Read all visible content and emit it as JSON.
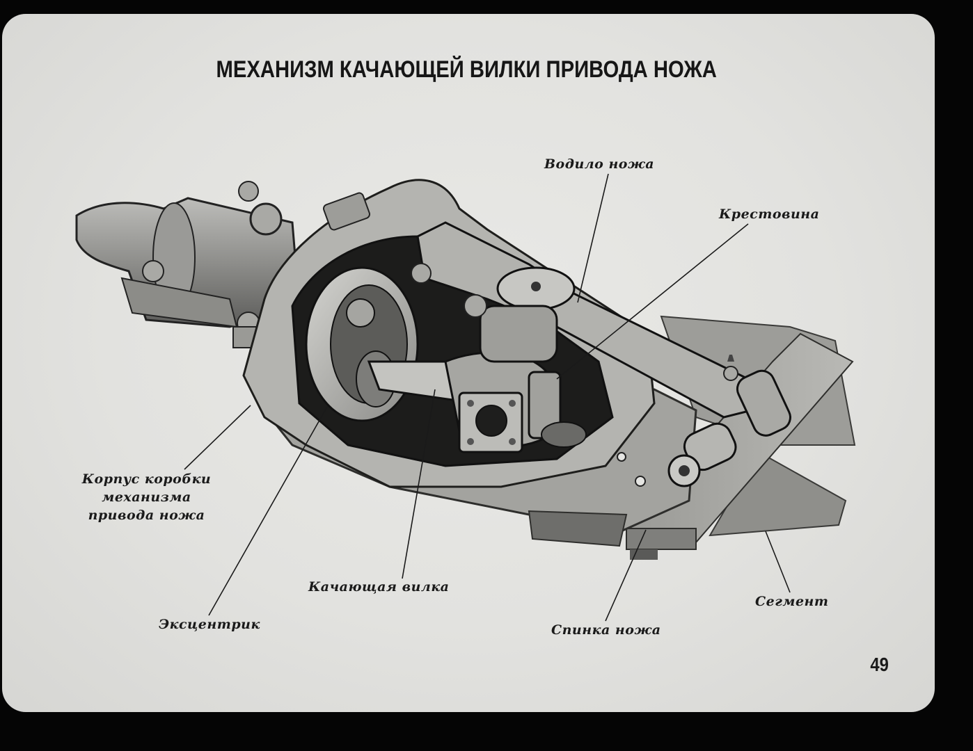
{
  "title": "МЕХАНИЗМ КАЧАЮЩЕЙ ВИЛКИ ПРИВОДА НОЖА",
  "labels": {
    "knife_carrier": "Водило ножа",
    "cross": "Крестовина",
    "housing_line1": "Корпус коробки",
    "housing_line2": "механизма",
    "housing_line3": "привода ножа",
    "swinging_fork": "Качающая вилка",
    "eccentric": "Эксцентрик",
    "knife_back": "Спинка ножа",
    "segment": "Сегмент"
  },
  "page_number": "49"
}
